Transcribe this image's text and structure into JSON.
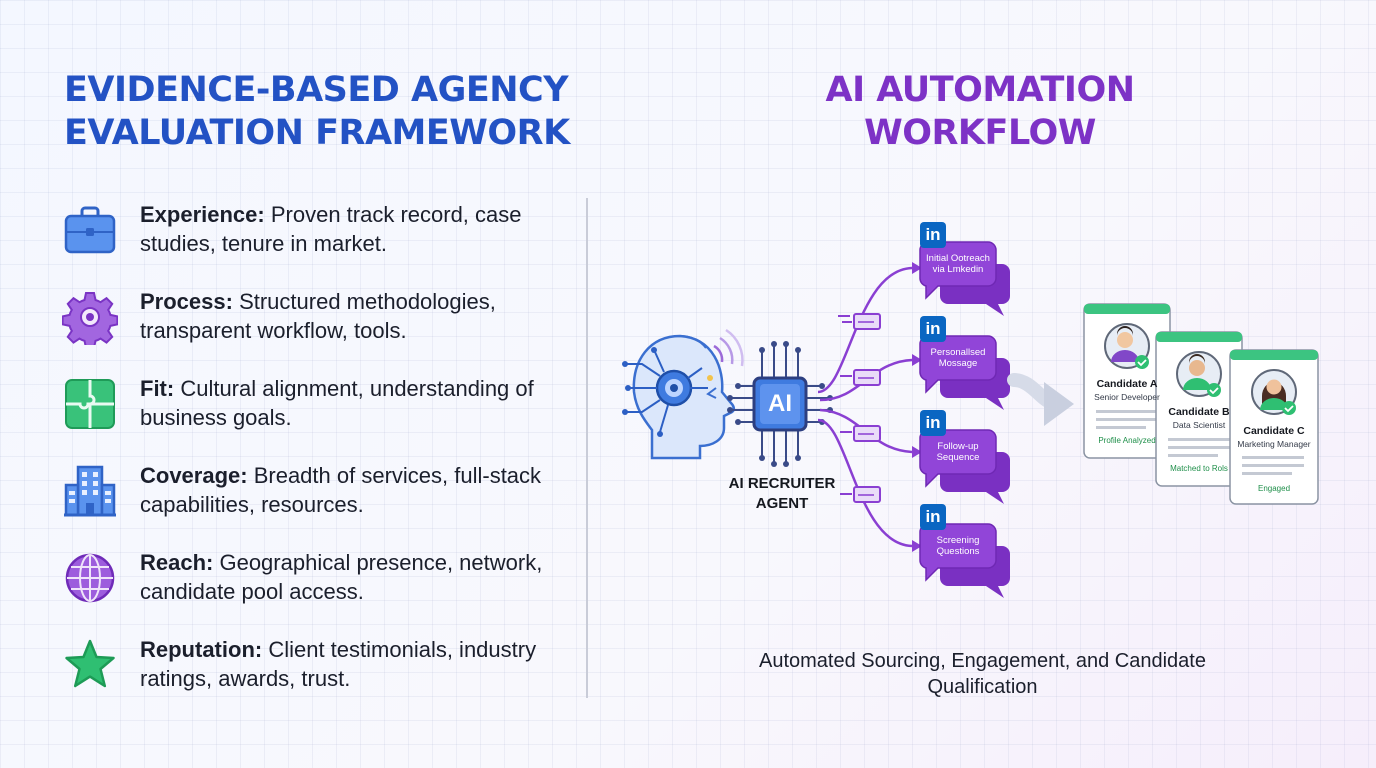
{
  "left_panel": {
    "title_line1": "EVIDENCE-BASED AGENCY",
    "title_line2": "EVALUATION FRAMEWORK",
    "criteria": [
      {
        "label": "Experience:",
        "description": " Proven track record, case studies, tenure in market.",
        "icon": "briefcase-icon",
        "color": "#3b7be6"
      },
      {
        "label": "Process:",
        "description": " Structured methodologies, transparent workflow, tools.",
        "icon": "gear-icon",
        "color": "#9447d6"
      },
      {
        "label": "Fit:",
        "description": " Cultural alignment, understanding of business goals.",
        "icon": "puzzle-icon",
        "color": "#2ab56e"
      },
      {
        "label": "Coverage:",
        "description": " Breadth of services, full-stack capabilities, resources.",
        "icon": "building-icon",
        "color": "#3b7be6"
      },
      {
        "label": "Reach:",
        "description": " Geographical presence, network, candidate pool access.",
        "icon": "globe-icon",
        "color": "#8a3fd2"
      },
      {
        "label": "Reputation:",
        "description": " Client testimonials, industry ratings, awards, trust.",
        "icon": "star-icon",
        "color": "#27b36a"
      }
    ]
  },
  "right_panel": {
    "title_line1": "AI AUTOMATION",
    "title_line2": "WORKFLOW",
    "agent": {
      "chip_text": "AI",
      "label_line1": "AI RECRUITER",
      "label_line2": "AGENT"
    },
    "linkedin_badge": "in",
    "messages": [
      {
        "line1": "Initial Ootreach",
        "line2": "via Lmkedin"
      },
      {
        "line1": "Personallsed",
        "line2": "Mossage"
      },
      {
        "line1": "Follow-up",
        "line2": "Sequence"
      },
      {
        "line1": "Screening",
        "line2": "Questions"
      }
    ],
    "candidates": [
      {
        "name": "Candidate A",
        "role": "Senior Developer",
        "status": "Profile Analyzed",
        "gender": "male"
      },
      {
        "name": "Candidate B",
        "role": "Data Scientist",
        "status": "Matched to Rols",
        "gender": "male"
      },
      {
        "name": "Candidate C",
        "role": "Marketing Manager",
        "status": "Engaged",
        "gender": "female"
      }
    ],
    "caption_line1": "Automated Sourcing, Engagement, and Candidate",
    "caption_line2": "Qualification"
  },
  "colors": {
    "blue_title": "#2352c4",
    "purple_title": "#7d32c6",
    "message_purple": "#8a3fd2",
    "linkedin_blue": "#0a66c2",
    "card_green": "#3cc481"
  }
}
